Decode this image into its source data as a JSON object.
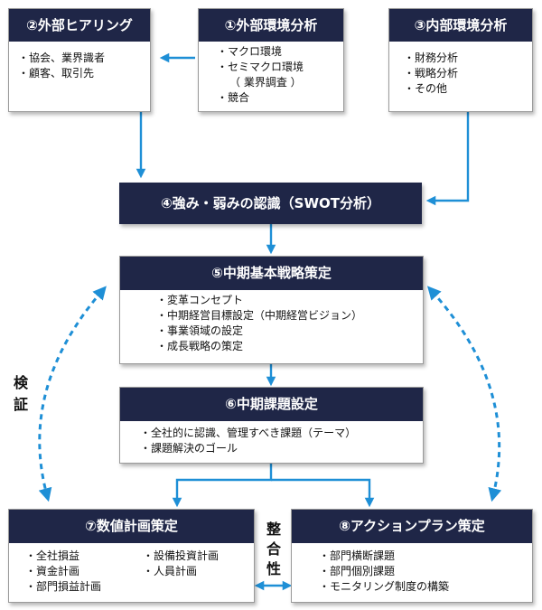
{
  "colors": {
    "header": "#1f2647",
    "solid_arrow": "#1e8fd6",
    "dashed_arrow": "#1e8fd6"
  },
  "boxes": {
    "external_hearing": {
      "title": "②外部ヒアリング",
      "items": [
        "・協会、業界識者",
        "・顧客、取引先"
      ]
    },
    "external_env": {
      "title": "①外部環境分析",
      "items": [
        "・マクロ環境",
        "・セミマクロ環境",
        "（ 業界調査 ）",
        "・競合"
      ]
    },
    "internal_env": {
      "title": "③内部環境分析",
      "items": [
        "・財務分析",
        "・戦略分析",
        "・その他"
      ]
    },
    "swot": {
      "title": "④強み・弱みの認識（SWOT分析）"
    },
    "strategy": {
      "title": "⑤中期基本戦略策定",
      "items": [
        "・変革コンセプト",
        "・中期経営目標設定（中期経営ビジョン）",
        "・事業領域の設定",
        "・成長戦略の策定"
      ]
    },
    "issues": {
      "title": "⑥中期課題設定",
      "items": [
        "・全社的に認識、管理すべき課題（テーマ）",
        "・課題解決のゴール"
      ]
    },
    "numeric_plan": {
      "title": "⑦数値計画策定",
      "items_left": [
        "・全社損益",
        "・資金計画",
        "・部門損益計画"
      ],
      "items_right": [
        "・設備投資計画",
        "・人員計画"
      ]
    },
    "action_plan": {
      "title": "⑧アクションプラン策定",
      "items": [
        "・部門横断課題",
        "・部門個別課題",
        "・モニタリング制度の構築"
      ]
    }
  },
  "labels": {
    "verify": [
      "検",
      "証"
    ],
    "consistency": [
      "整",
      "合",
      "性"
    ]
  }
}
